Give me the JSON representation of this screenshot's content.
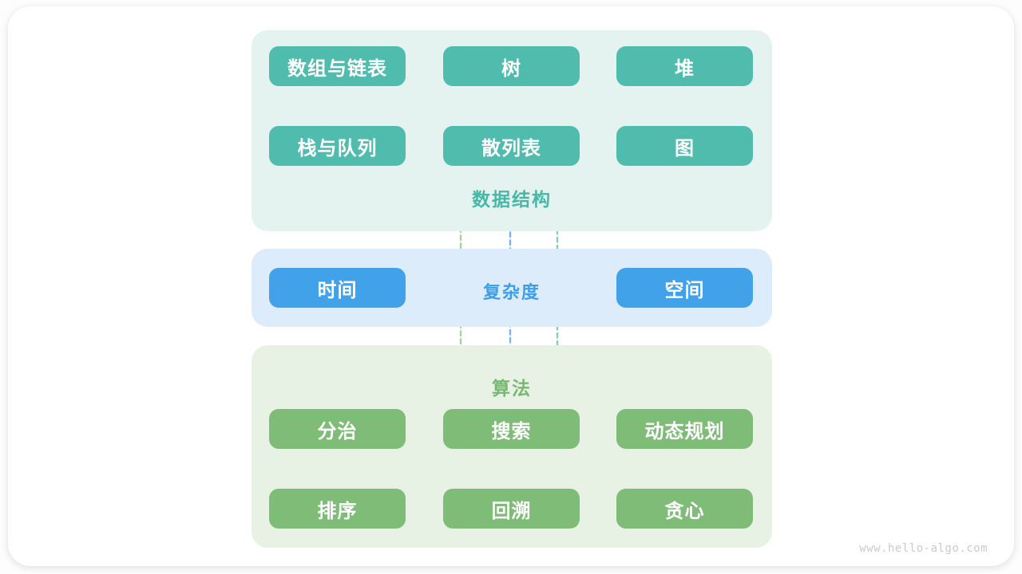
{
  "watermark": "www.hello-algo.com",
  "colors": {
    "node_teal": "#4fbcae",
    "node_blue": "#41a2e9",
    "node_green": "#7ebc78",
    "panel_teal_bg": "#e4f3ef",
    "panel_blue_bg": "#ddecfa",
    "panel_green_bg": "#e8f2e4",
    "label_teal": "#47b8a7",
    "label_blue": "#3b9fe9",
    "label_green": "#78b873",
    "edge_groups": {
      "teal": "#7ecabd",
      "green": "#9cc795",
      "blue": "#72b4f1",
      "lightgreen": "#a6cf9e",
      "lightteal": "#86cec2"
    }
  },
  "sections": {
    "data_structures": {
      "label": "数据结构",
      "nodes": {
        "arrays": "数组与链表",
        "tree": "树",
        "heap": "堆",
        "stack_queue": "栈与队列",
        "hash": "散列表",
        "graph": "图"
      }
    },
    "complexity": {
      "label": "复杂度",
      "nodes": {
        "time": "时间",
        "space": "空间"
      }
    },
    "algorithms": {
      "label": "算法",
      "nodes": {
        "divide": "分治",
        "search": "搜索",
        "dp": "动态规划",
        "sort": "排序",
        "backtrack": "回溯",
        "greedy": "贪心"
      }
    }
  },
  "edges": [
    {
      "from": "arrays",
      "to": "tree",
      "group": "teal"
    },
    {
      "from": "tree",
      "to": "heap",
      "group": "teal"
    },
    {
      "from": "arrays",
      "to": "stack_queue",
      "group": "teal"
    },
    {
      "from": "arrays",
      "to": "hash",
      "group": "teal"
    },
    {
      "from": "tree",
      "to": "hash",
      "group": "teal"
    },
    {
      "from": "tree",
      "to": "graph",
      "group": "teal"
    },
    {
      "from": "divide",
      "to": "search",
      "group": "green"
    },
    {
      "from": "search",
      "to": "dp",
      "group": "green"
    },
    {
      "from": "divide",
      "to": "sort",
      "group": "green"
    },
    {
      "from": "search",
      "to": "backtrack",
      "group": "green"
    },
    {
      "from": "search",
      "to": "greedy",
      "group": "green"
    },
    {
      "from": "algorithms",
      "to": "data_structures",
      "group": "lightgreen"
    },
    {
      "from": "complexity",
      "to": "data_structures",
      "group": "blue"
    },
    {
      "from": "complexity",
      "to": "algorithms",
      "group": "blue"
    },
    {
      "from": "data_structures",
      "to": "algorithms",
      "group": "lightteal"
    }
  ]
}
